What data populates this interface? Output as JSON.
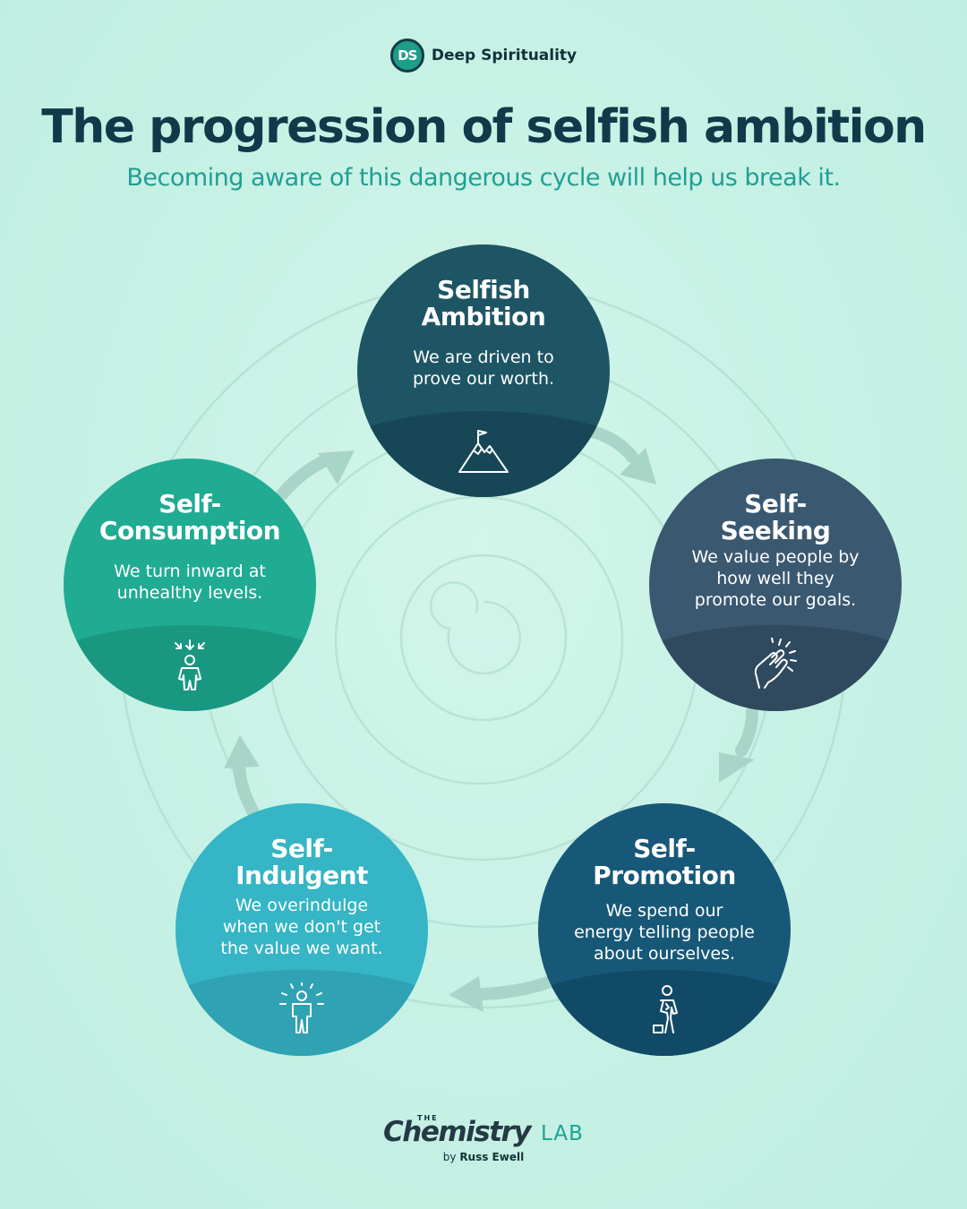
{
  "brand": {
    "badge": "DS",
    "name": "Deep Spirituality"
  },
  "header": {
    "title": "The progression of selfish ambition",
    "subtitle": "Becoming aware of this dangerous cycle will help us break it."
  },
  "colors": {
    "background": "#c6f1e4",
    "title": "#10394a",
    "subtitle": "#229e94",
    "arrow": "#a8d5c8",
    "node_1": "#1d5564",
    "node_2": "#3a5870",
    "node_3": "#175878",
    "node_4": "#35b5c5",
    "node_5": "#20ab93"
  },
  "cycle": {
    "nodes": [
      {
        "title_line1": "Selfish",
        "title_line2": "Ambition",
        "desc_line1": "We are driven to",
        "desc_line2": "prove our worth.",
        "desc_line3": "",
        "icon": "mountain-flag-icon"
      },
      {
        "title_line1": "Self-",
        "title_line2": "Seeking",
        "desc_line1": "We value people by",
        "desc_line2": "how well they",
        "desc_line3": "promote our goals.",
        "icon": "clapping-hands-icon"
      },
      {
        "title_line1": "Self-",
        "title_line2": "Promotion",
        "desc_line1": "We spend our",
        "desc_line2": "energy telling people",
        "desc_line3": "about ourselves.",
        "icon": "person-on-pedestal-icon"
      },
      {
        "title_line1": "Self-",
        "title_line2": "Indulgent",
        "desc_line1": "We overindulge",
        "desc_line2": "when we don't get",
        "desc_line3": "the value we want.",
        "icon": "radiant-person-icon"
      },
      {
        "title_line1": "Self-",
        "title_line2": "Consumption",
        "desc_line1": "We turn inward at",
        "desc_line2": "unhealthy levels.",
        "desc_line3": "",
        "icon": "person-inward-arrows-icon"
      }
    ]
  },
  "footer": {
    "the": "THE",
    "chemistry": "Chemistry",
    "lab": "LAB",
    "by": "by",
    "author": "Russ Ewell"
  }
}
